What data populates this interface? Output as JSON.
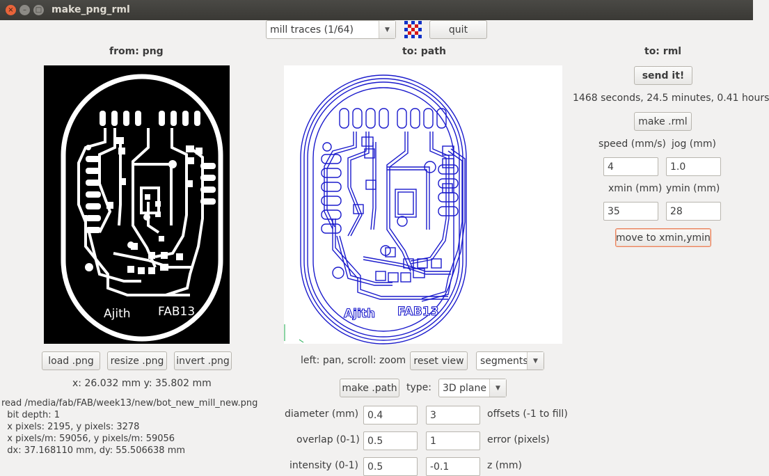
{
  "window": {
    "title": "make_png_rml",
    "close_glyph": "×",
    "minimize_glyph": "–",
    "maximize_glyph": "□"
  },
  "toolbar": {
    "process_selected": "mill traces (1/64)",
    "quit_label": "quit"
  },
  "png_panel": {
    "heading": "from: png",
    "text_left": "Ajith",
    "text_right": "FAB13",
    "load_label": "load .png",
    "resize_label": "resize .png",
    "invert_label": "invert .png",
    "cursor_readout": "x: 26.032 mm  y: 35.802 mm"
  },
  "path_panel": {
    "heading": "to: path",
    "text_left": "Ajith",
    "text_right": "FAB13",
    "hint": "left: pan, scroll: zoom",
    "reset_view_label": "reset view",
    "view_mode": "segments",
    "make_path_label": "make .path",
    "type_label": "type:",
    "type_value": "3D plane",
    "diameter_label": "diameter (mm)",
    "diameter_value": "0.4",
    "offsets_value": "3",
    "offsets_label": "offsets (-1 to fill)",
    "overlap_label": "overlap (0-1)",
    "overlap_value": "0.5",
    "error_value": "1",
    "error_label": "error (pixels)",
    "intensity_label": "intensity (0-1)",
    "intensity_value": "0.5",
    "z_value": "-0.1",
    "z_label": "z (mm)"
  },
  "rml_panel": {
    "heading": "to: rml",
    "send_label": "send it!",
    "time_estimate": "1468 seconds, 24.5 minutes, 0.41 hours",
    "make_rml_label": "make .rml",
    "speed_label": "speed (mm/s)",
    "jog_label": "jog (mm)",
    "speed_value": "4",
    "jog_value": "1.0",
    "xmin_label": "xmin (mm)",
    "ymin_label": "ymin (mm)",
    "xmin_value": "35",
    "ymin_value": "28",
    "move_label": "move to xmin,ymin"
  },
  "file_info": {
    "line1": "read /media/fab/FAB/week13/new/bot_new_mill_new.png",
    "line2": "  bit depth: 1",
    "line3": "  x pixels: 2195, y pixels: 3278",
    "line4": "  x pixels/m: 59056, y pixels/m: 59056",
    "line5": "  dx: 37.168110 mm, dy: 55.506638 mm"
  },
  "colors": {
    "path_blue": "#1a1acc",
    "accent_orange": "#e9805a",
    "titlebar": "#3a3935"
  }
}
